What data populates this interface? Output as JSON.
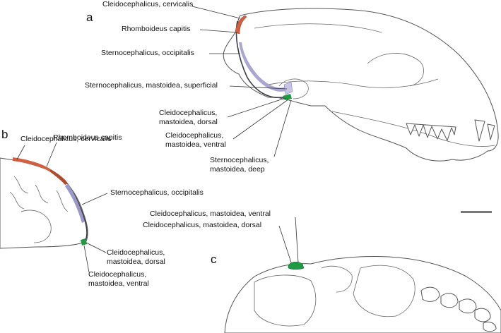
{
  "panels": {
    "a": "a",
    "b": "b",
    "c": "c"
  },
  "colors": {
    "cleidocephalicus_cervicalis": "#d35f41",
    "rhomboideus_capitis": "#b04a2f",
    "sternocephalicus_occipitalis": "#9b97c9",
    "sternocephalicus_mastoidea_superficial": "#c8c4e6",
    "cleidocephalicus_mastoidea": "#1f9a45",
    "outline": "#555555"
  },
  "panel_a": {
    "labels": {
      "cleido_cervicalis": "Cleidocephalicus, cervicalis",
      "rhomboideus": "Rhomboideus capitis",
      "sterno_occipitalis": "Sternocephalicus, occipitalis",
      "sterno_superficial": "Sternocephalicus, mastoidea, superficial",
      "cleido_dorsal_1": "Cleidocephalicus,",
      "cleido_dorsal_2": "mastoidea, dorsal",
      "cleido_ventral_1": "Cleidocephalicus,",
      "cleido_ventral_2": "mastoidea, ventral",
      "sterno_deep_1": "Sternocephalicus,",
      "sterno_deep_2": "mastoidea, deep"
    }
  },
  "panel_b": {
    "labels": {
      "cleido_cervicalis": "Cleidocephalicus, cervicalis",
      "rhomboideus": "Rhomboideus capitis",
      "sterno_occipitalis": "Sternocephalicus, occipitalis",
      "cleido_dorsal_1": "Cleidocephalicus,",
      "cleido_dorsal_2": "mastoidea, dorsal",
      "cleido_ventral_1": "Cleidocephalicus,",
      "cleido_ventral_2": "mastoidea, ventral"
    }
  },
  "panel_c": {
    "labels": {
      "cleido_ventral": "Cleidocephalicus, mastoidea, ventral",
      "cleido_dorsal": "Cleidocephalicus, mastoidea, dorsal"
    }
  }
}
